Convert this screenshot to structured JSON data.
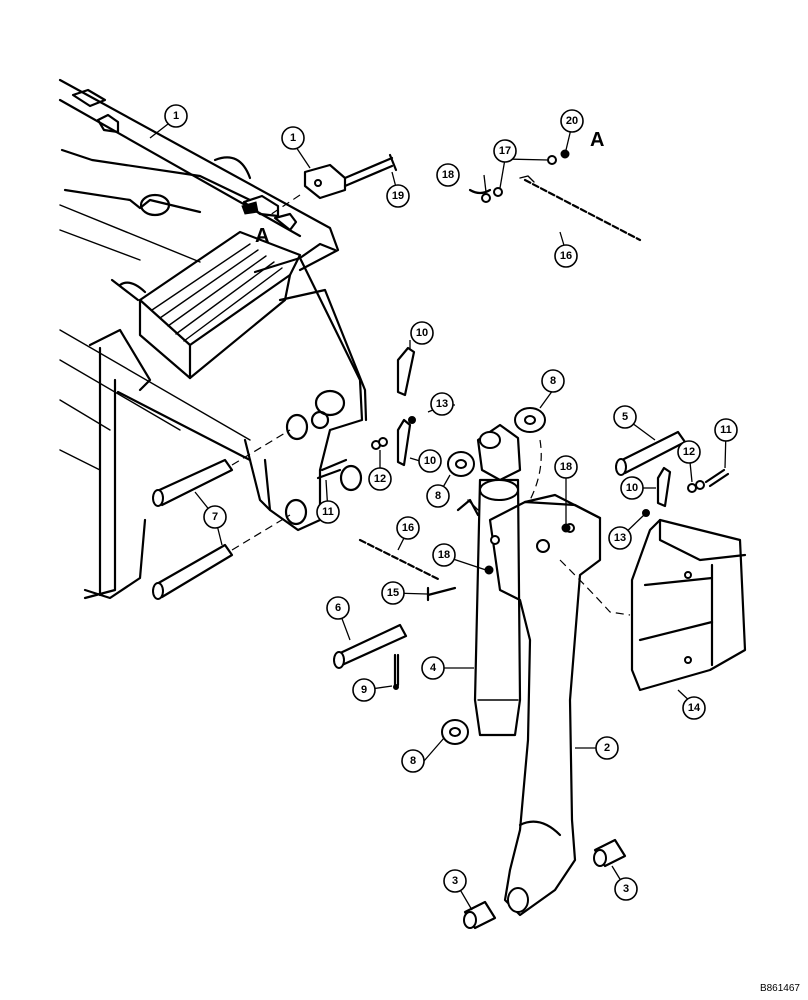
{
  "diagram": {
    "callouts": [
      {
        "id": "c1a",
        "label": "1"
      },
      {
        "id": "c1b",
        "label": "1"
      },
      {
        "id": "c19",
        "label": "19"
      },
      {
        "id": "c20",
        "label": "20"
      },
      {
        "id": "c17",
        "label": "17"
      },
      {
        "id": "c18a",
        "label": "18"
      },
      {
        "id": "c16a",
        "label": "16"
      },
      {
        "id": "c10a",
        "label": "10"
      },
      {
        "id": "c13a",
        "label": "13"
      },
      {
        "id": "c8a",
        "label": "8"
      },
      {
        "id": "c5",
        "label": "5"
      },
      {
        "id": "c11a",
        "label": "11"
      },
      {
        "id": "c12a",
        "label": "12"
      },
      {
        "id": "c10b",
        "label": "10"
      },
      {
        "id": "c10c",
        "label": "10"
      },
      {
        "id": "c12b",
        "label": "12"
      },
      {
        "id": "c11b",
        "label": "11"
      },
      {
        "id": "c8b",
        "label": "8"
      },
      {
        "id": "c18b",
        "label": "18"
      },
      {
        "id": "c13b",
        "label": "13"
      },
      {
        "id": "c7",
        "label": "7"
      },
      {
        "id": "c16b",
        "label": "16"
      },
      {
        "id": "c18c",
        "label": "18"
      },
      {
        "id": "c15",
        "label": "15"
      },
      {
        "id": "c6",
        "label": "6"
      },
      {
        "id": "c4",
        "label": "4"
      },
      {
        "id": "c9",
        "label": "9"
      },
      {
        "id": "c14",
        "label": "14"
      },
      {
        "id": "c8c",
        "label": "8"
      },
      {
        "id": "c2",
        "label": "2"
      },
      {
        "id": "c3a",
        "label": "3"
      },
      {
        "id": "c3b",
        "label": "3"
      }
    ],
    "reference_letters": {
      "a1": "A",
      "a2": "A"
    },
    "drawing_number": "B861467"
  }
}
